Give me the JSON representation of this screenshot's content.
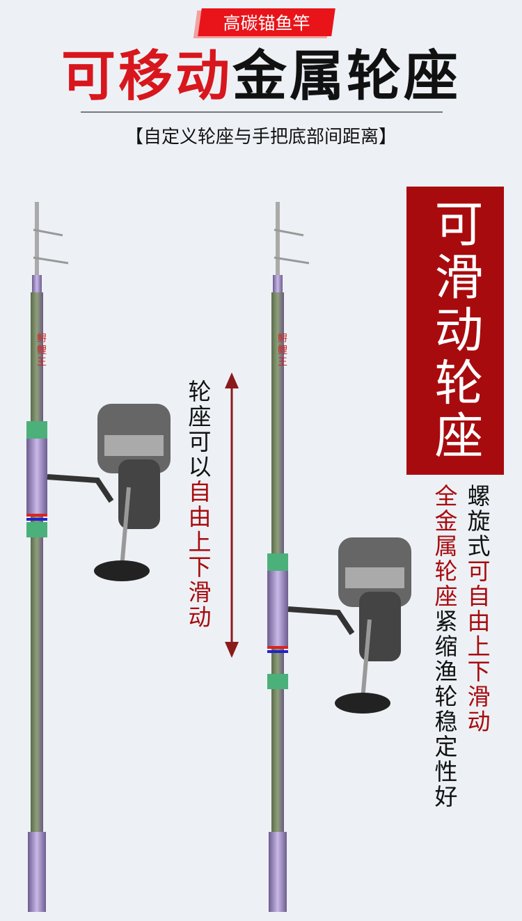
{
  "badge": {
    "text": "高碳锚鱼竿",
    "color": "#e8141a"
  },
  "title": {
    "red_part": "可移动",
    "black_part": "金属轮座"
  },
  "subtitle": "【自定义轮座与手把底部间距离】",
  "left_note": {
    "black": "轮座可以",
    "red": "自由上下滑动"
  },
  "feature_box": {
    "text": "可滑动轮座",
    "color": "#a80b0e"
  },
  "right_notes": {
    "col1": {
      "black": "螺旋式",
      "red": "可自由上下滑动"
    },
    "col2": {
      "red": "全金属轮座",
      "black": "紧缩渔轮稳定性好"
    }
  },
  "rod_logo": "鲟鲤王"
}
